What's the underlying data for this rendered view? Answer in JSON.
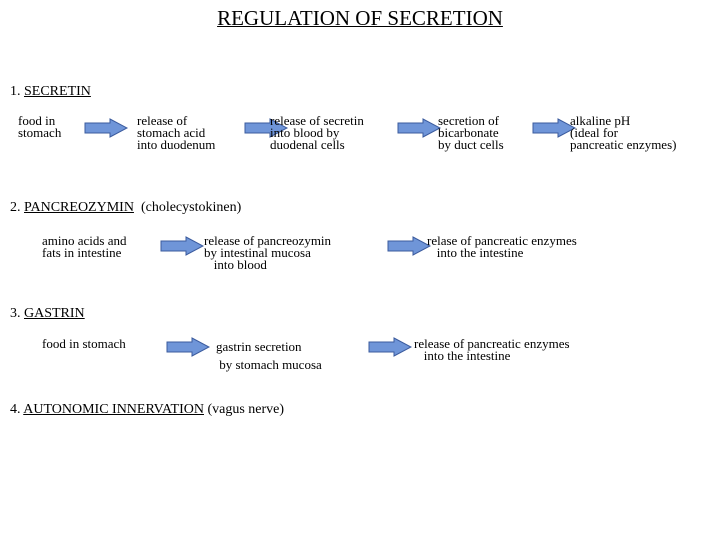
{
  "title": "REGULATION OF SECRETION",
  "colors": {
    "arrow_fill": "#6F95D8",
    "arrow_stroke": "#3B5B9E"
  },
  "sections": [
    {
      "number": "1.",
      "name": "SECRETIN",
      "note": "",
      "steps": [
        "food in\nstomach",
        "release of\nstomach acid\ninto duodenum",
        "release of secretin\ninto blood by\nduodenal cells",
        "secretion of\nbicarbonate\nby duct cells",
        "alkaline pH\n(ideal for\npancreatic enzymes)"
      ]
    },
    {
      "number": "2.",
      "name": "PANCREOZYMIN",
      "note": "(cholecystokinen)",
      "steps": [
        "amino acids and\nfats in intestine",
        "release of pancreozymin\nby intestinal mucosa\n   into blood",
        "relase of pancreatic enzymes\n   into the intestine"
      ]
    },
    {
      "number": "3.",
      "name": "GASTRIN",
      "note": "",
      "steps": [
        "food in stomach",
        "gastrin secretion\n by stomach mucosa",
        "release of pancreatic enzymes\n   into the intestine"
      ]
    },
    {
      "number": "4.",
      "name": "AUTONOMIC INNERVATION",
      "note": "(vagus nerve)",
      "steps": []
    }
  ]
}
